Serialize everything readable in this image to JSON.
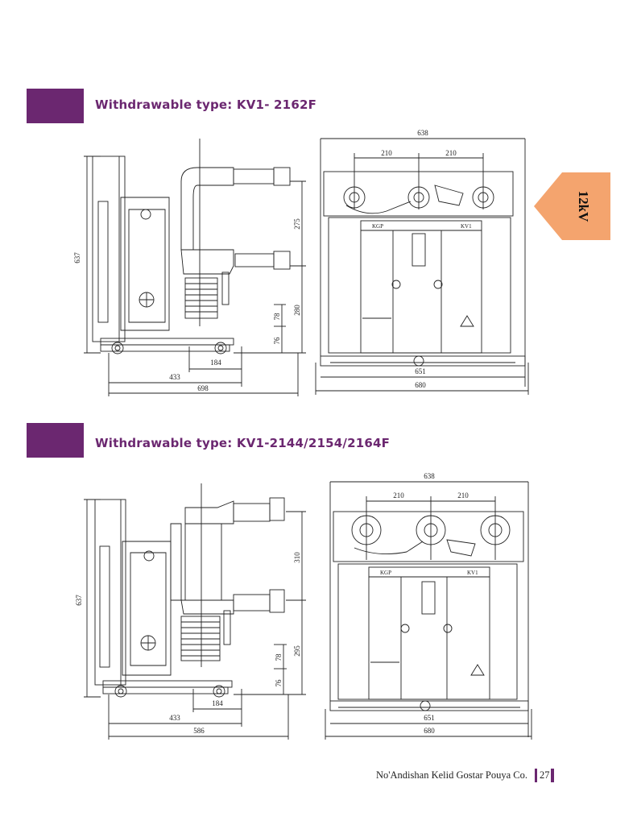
{
  "sections": [
    {
      "title": "Withdrawable type: KV1- 2162F",
      "side": {
        "height": "637",
        "top": "275",
        "mid": "280",
        "d78": "78",
        "d76": "76",
        "base": "184",
        "w433": "433",
        "total": "698"
      },
      "front": {
        "top": "638",
        "left": "210",
        "right": "210",
        "w651": "651",
        "w680": "680",
        "left_plate": "KGP",
        "right_plate": "KV1"
      }
    },
    {
      "title": "Withdrawable type: KV1-2144/2154/2164F",
      "side": {
        "height": "637",
        "top": "310",
        "mid": "295",
        "d78": "78",
        "d76": "76",
        "base": "184",
        "w433": "433",
        "total": "586"
      },
      "front": {
        "top": "638",
        "left": "210",
        "right": "210",
        "w651": "651",
        "w680": "680",
        "left_plate": "KGP",
        "right_plate": "KV1"
      }
    }
  ],
  "voltage_tab": {
    "label": "12kV",
    "color": "#f4a46e"
  },
  "footer": {
    "company": "No'Andishan Kelid Gostar Pouya Co.",
    "page": "27",
    "accent": "#6b2770"
  }
}
